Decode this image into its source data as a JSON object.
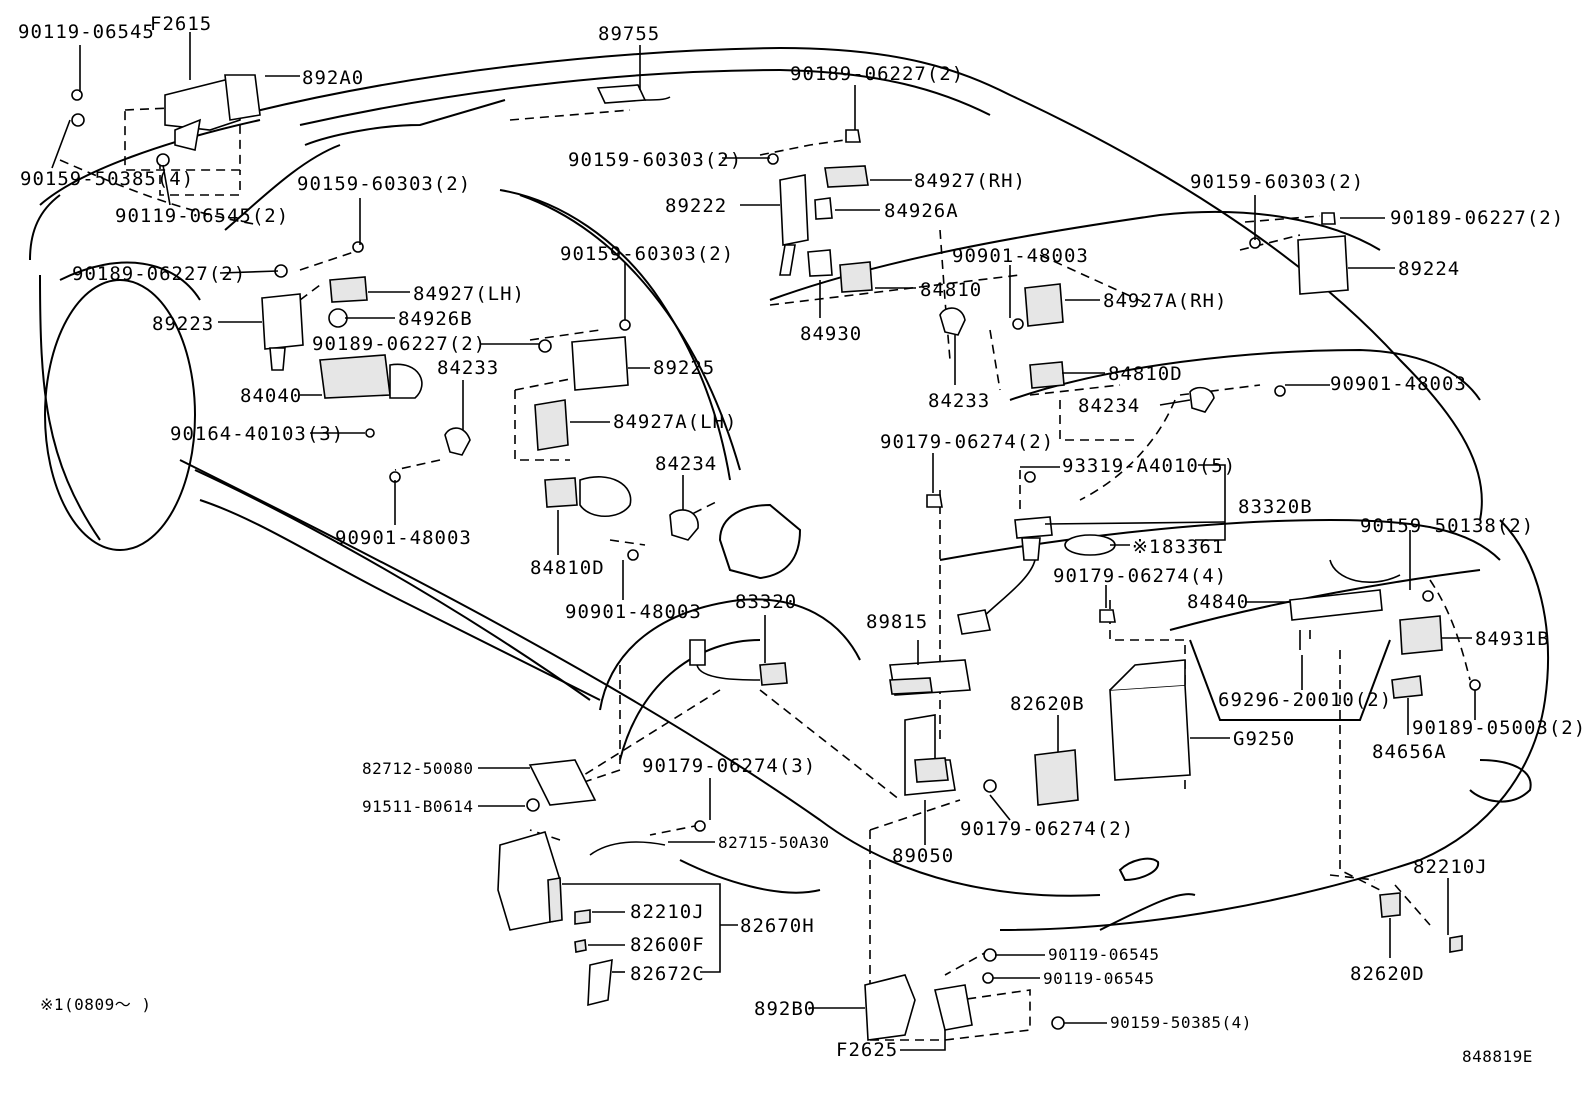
{
  "diagram": {
    "ref_code": "848819E",
    "footnote": "※1(0809～      )",
    "labels": {
      "l01": "90119-06545",
      "l02": "F2615",
      "l03": "892A0",
      "l04": "90159-50385(4)",
      "l05": "90119-06545(2)",
      "l06": "89755",
      "l07": "90189-06227(2)",
      "l08": "90159-60303(2)",
      "l09": "84927(RH)",
      "l10": "89222",
      "l11": "84926A",
      "l12": "90159-60303(2)",
      "l13": "90189-06227(2)",
      "l14": "90159-60303(2)",
      "l15": "90189-06227(2)",
      "l16": "89224",
      "l17": "90901-48003",
      "l18": "84810",
      "l19": "84927A(RH)",
      "l20": "84930",
      "l21": "90159-60303(2)",
      "l22": "84927(LH)",
      "l23": "89223",
      "l24": "84926B",
      "l25": "90189-06227(2)",
      "l26": "89225",
      "l27": "84040",
      "l28": "84233",
      "l29": "84233",
      "l30": "84810D",
      "l31": "84234",
      "l32": "90901-48003",
      "l33": "84927A(LH)",
      "l34": "90164-40103(3)",
      "l35": "90179-06274(2)",
      "l36": "93319-A4010(5)",
      "l37": "84234",
      "l38": "83320B",
      "l39": "90901-48003",
      "l40": "84810D",
      "l41": "83361",
      "l42": "※1",
      "l43": "90159-50138(2)",
      "l44": "90179-06274(4)",
      "l45": "90901-48003",
      "l46": "84840",
      "l47": "83320",
      "l48": "89815",
      "l49": "84931B",
      "l50": "69296-20010(2)",
      "l51": "82620B",
      "l52": "90189-05003(2)",
      "l53": "G9250",
      "l54": "84656A",
      "l55": "82712-50080",
      "l56": "90179-06274(3)",
      "l57": "91511-B0614",
      "l58": "90179-06274(2)",
      "l59": "89050",
      "l60": "82715-50A30",
      "l61": "82210J",
      "l62": "82210J",
      "l63": "82670H",
      "l64": "82600F",
      "l65": "90119-06545",
      "l66": "82620D",
      "l67": "82672C",
      "l68": "90119-06545",
      "l69": "892B0",
      "l70": "90159-50385(4)",
      "l71": "F2625"
    }
  }
}
